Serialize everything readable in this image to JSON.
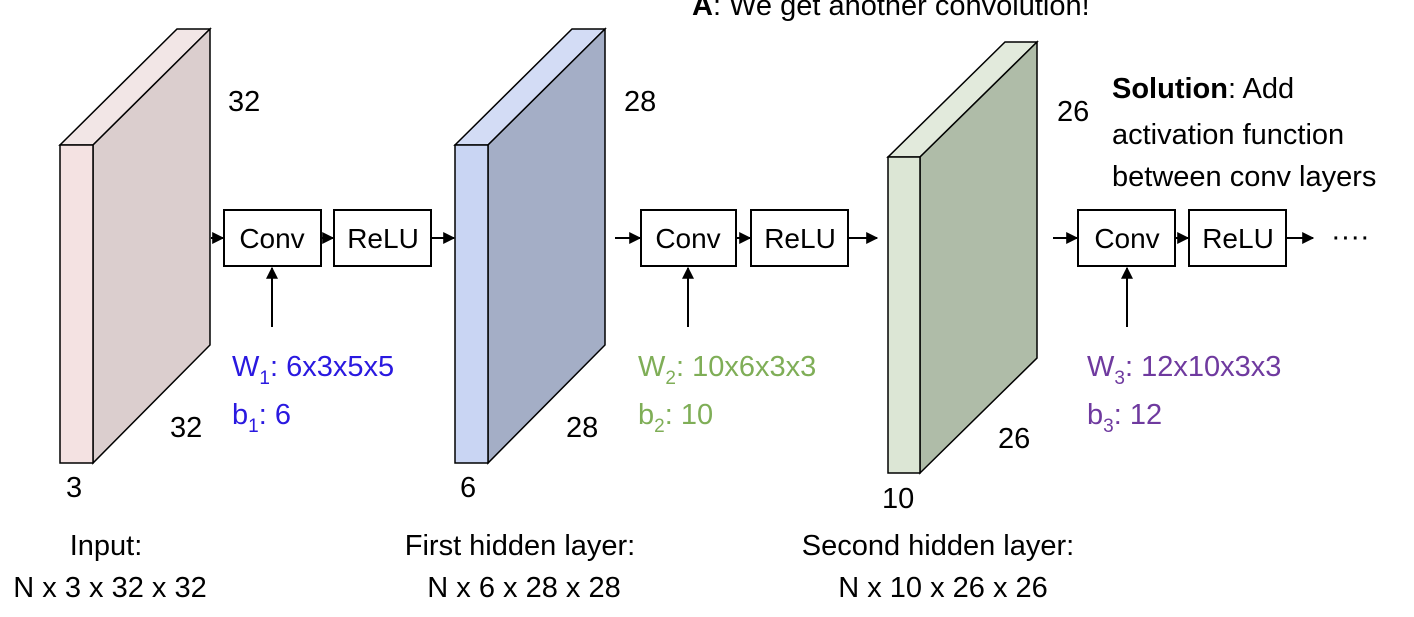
{
  "header_note": {
    "bold": "A",
    "text": ": We get another convolution!"
  },
  "solution_note": {
    "bold": "Solution",
    "line1_rest": ": Add",
    "line2": "activation function",
    "line3": "between conv layers"
  },
  "blocks": [
    {
      "height_label": "32",
      "width_label": "32",
      "depth_label": "3",
      "caption_line1": "Input:",
      "caption_line2": "N x 3 x 32 x 32",
      "front_color": "#F4E2E2",
      "side_color": "#DBCECE",
      "top_color": "#F2E6E6"
    },
    {
      "height_label": "28",
      "width_label": "28",
      "depth_label": "6",
      "caption_line1": "First hidden layer:",
      "caption_line2": "N x 6 x 28 x 28",
      "front_color": "#C9D5F3",
      "side_color": "#A4AEC6",
      "top_color": "#D3DCF5"
    },
    {
      "height_label": "26",
      "width_label": "26",
      "depth_label": "10",
      "caption_line1": "Second hidden layer:",
      "caption_line2": "N x 10 x 26 x 26",
      "front_color": "#DCE6D5",
      "side_color": "#AFBCA8",
      "top_color": "#E2EADC"
    }
  ],
  "layers": [
    {
      "conv_label": "Conv",
      "relu_label": "ReLU",
      "w_name": "W",
      "w_sub": "1",
      "w_value": ": 6x3x5x5",
      "b_name": "b",
      "b_sub": "1",
      "b_value": ": 6",
      "color": "#2A19E0"
    },
    {
      "conv_label": "Conv",
      "relu_label": "ReLU",
      "w_name": "W",
      "w_sub": "2",
      "w_value": ": 10x6x3x3",
      "b_name": "b",
      "b_sub": "2",
      "b_value": ": 10",
      "color": "#7FAE57"
    },
    {
      "conv_label": "Conv",
      "relu_label": "ReLU",
      "w_name": "W",
      "w_sub": "3",
      "w_value": ": 12x10x3x3",
      "b_name": "b",
      "b_sub": "3",
      "b_value": ": 12",
      "color": "#6F3A9F"
    }
  ],
  "continuation": "····"
}
